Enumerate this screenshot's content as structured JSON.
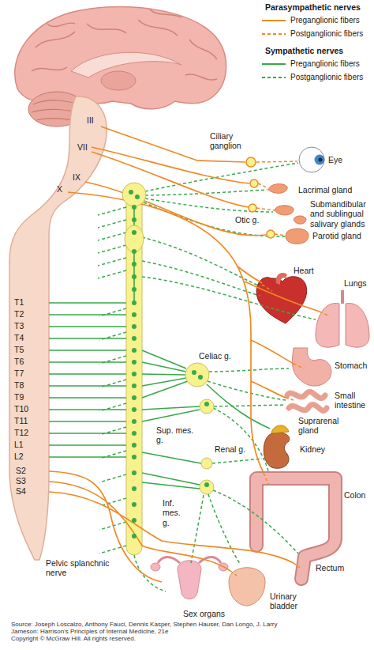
{
  "diagram": {
    "labels": [
      "Parasympathetic nerves",
      "Sympathetic nerves",
      "III",
      "VII",
      "IX",
      "X",
      "Ciliary ganglion",
      "Eye",
      "Lacrimal gland",
      "Submandibular and sublingual salivary glands",
      "Otic g.",
      "Parotid gland",
      "Heart",
      "Lungs",
      "Stomach",
      "Small intestine",
      "Celiac g.",
      "Sup. mes. g.",
      "Suprarenal gland",
      "Kidney",
      "Renal g.",
      "Inf. mes. g.",
      "Colon",
      "Rectum",
      "T1",
      "T2",
      "T3",
      "T4",
      "T5",
      "T6",
      "T7",
      "T8",
      "T9",
      "T10",
      "T11",
      "T12",
      "L1",
      "L2",
      "S2",
      "S3",
      "S4",
      "Pelvic splanchnic nerve",
      "Sex organs",
      "Urinary bladder",
      "Source: Joseph Loscalzo, Anthony Fauci, Dennis Kasper, Stephen Hauser, Dan Longo, J. Larry Jameson: Harrison's Principles of Internal Medicine, 21e",
      "Copyright © McGraw Hill. All rights reserved."
    ],
    "legend": [
      {
        "text": "Preganglionic fibers"
      },
      {
        "text": "Postganglionic fibers"
      },
      {
        "text": "Preganglionic fibers"
      },
      {
        "text": "Postganglionic fibers"
      }
    ]
  }
}
